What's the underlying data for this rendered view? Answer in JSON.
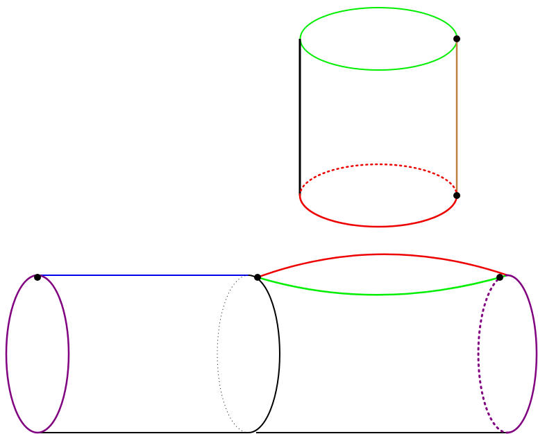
{
  "colors": {
    "green": "#00ee00",
    "red": "#ee0000",
    "black": "#000000",
    "brown": "#c08040",
    "blue": "#0000ee",
    "purple": "#800080",
    "vertex": "#000000"
  },
  "diagram": {
    "top_cylinder": {
      "top_rim": "green",
      "left_side": "black",
      "right_side": "brown",
      "bottom_rim_front": "red",
      "bottom_rim_back": "red-dotted",
      "vertex_count": 2
    },
    "bottom_cylinder_left": {
      "left_rim": "purple",
      "top_edge": "blue",
      "bottom_edge": "black",
      "right_rim_front": "black",
      "right_rim_back": "black-dotted",
      "vertex_count": 1
    },
    "bottom_cylinder_right": {
      "upper_arc": "red",
      "lower_arc": "green",
      "right_rim_front": "purple",
      "right_rim_back": "purple-dotted",
      "bottom_edge": "black",
      "vertex_count": 2
    }
  }
}
